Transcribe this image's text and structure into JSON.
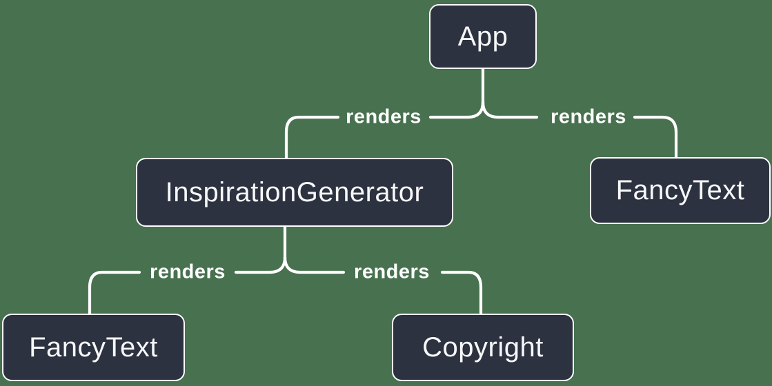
{
  "diagram": {
    "description": "React component render tree",
    "colors": {
      "background": "#48714f",
      "node_fill": "#2c323f",
      "node_border": "#ffffff",
      "node_text": "#f6f7f9",
      "line": "#ffffff"
    },
    "nodes": [
      {
        "id": "app",
        "label": "App"
      },
      {
        "id": "inspiration-generator",
        "label": "InspirationGenerator"
      },
      {
        "id": "fancy-text-top",
        "label": "FancyText"
      },
      {
        "id": "fancy-text-bottom",
        "label": "FancyText"
      },
      {
        "id": "copyright",
        "label": "Copyright"
      }
    ],
    "edges": [
      {
        "from": "App",
        "to": "InspirationGenerator",
        "label": "renders"
      },
      {
        "from": "App",
        "to": "FancyText",
        "label": "renders"
      },
      {
        "from": "InspirationGenerator",
        "to": "FancyText",
        "label": "renders"
      },
      {
        "from": "InspirationGenerator",
        "to": "Copyright",
        "label": "renders"
      }
    ]
  }
}
